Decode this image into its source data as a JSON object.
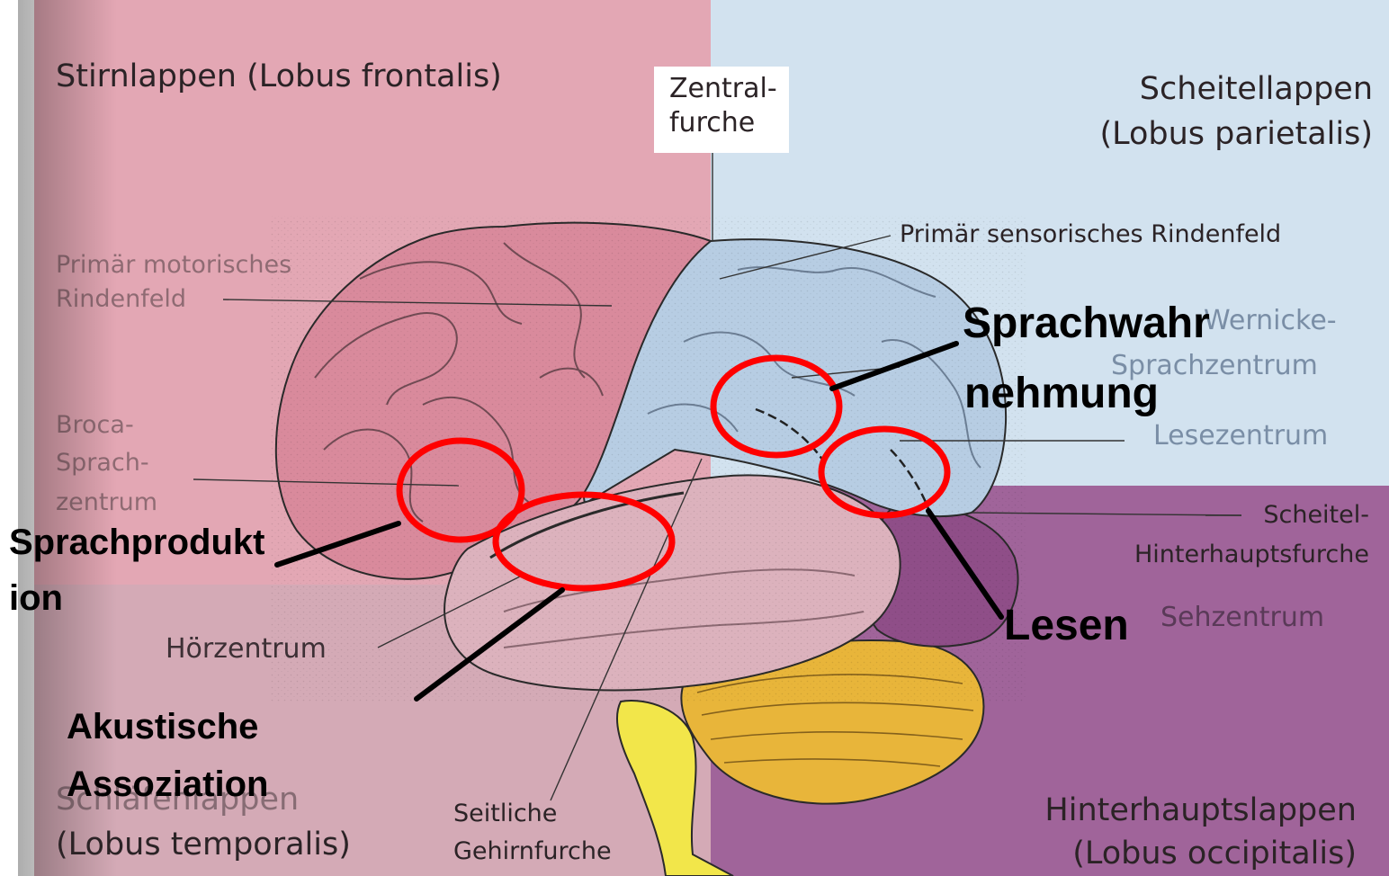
{
  "labels": {
    "frontal": "Stirnlappen (Lobus frontalis)",
    "central_1": "Zentral-",
    "central_2": "furche",
    "parietal_1": "Scheitellappen",
    "parietal_2": "(Lobus parietalis)",
    "motor_1": "Primär motorisches",
    "motor_2": "Rindenfeld",
    "sensory": "Primär sensorisches Rindenfeld",
    "wernicke_1": "Wernicke-",
    "wernicke_2": "Sprachzentrum",
    "reading": "Lesezentrum",
    "broca_1": "Broca-",
    "broca_2": "Sprach-",
    "broca_3": "zentrum",
    "po_furrow_1": "Scheitel-",
    "po_furrow_2": "Hinterhauptsfurche",
    "visual": "Sehzentrum",
    "auditory": "Hörzentrum",
    "temporal_1": "Schläfenlappen",
    "temporal_2": "(Lobus temporalis)",
    "lateral_1": "Seitliche",
    "lateral_2": "Gehirnfurche",
    "occipital_1": "Hinterhauptslappen",
    "occipital_2": "(Lobus occipitalis)"
  },
  "annotations": {
    "speech_perception_1": "Sprachwahr",
    "speech_perception_2": "nehmung",
    "speech_production_1": "Sprachprodukt",
    "speech_production_2": "ion",
    "reading": "Lesen",
    "acoustic_1": "Akustische",
    "acoustic_2": "Assoziation"
  },
  "colors": {
    "frontal_zone": "#e3a7b4",
    "parietal_zone": "#d2e2ef",
    "occipital_zone": "#a0649a",
    "temporal_zone": "#d4aab6",
    "marker_circle": "#ff0000",
    "cerebellum": "#e8b53a",
    "brainstem": "#f2e64a"
  }
}
